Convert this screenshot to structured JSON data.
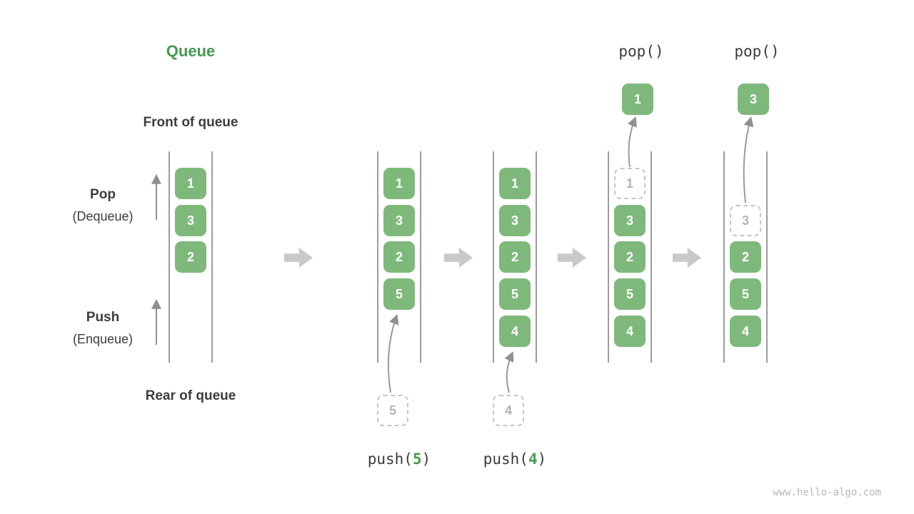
{
  "title": "Queue",
  "watermark": "www.hello-algo.com",
  "labels": {
    "front_of_queue": "Front of queue",
    "rear_of_queue": "Rear of queue",
    "pop": "Pop",
    "pop_sub": "(Dequeue)",
    "push": "Push",
    "push_sub": "(Enqueue)"
  },
  "colors": {
    "box_green": "#7eb97b",
    "title_green": "#449a4c",
    "op_arg_green": "#459b4d",
    "ghost_border": "#c6c6c6",
    "ghost_text": "#b4b4b4",
    "rail_gray": "#9c9c9c",
    "flow_arrow_gray": "#c9c9c9",
    "text_dark": "#3d3d3d"
  },
  "stages": [
    {
      "items": [
        {
          "v": "1",
          "ghost": false
        },
        {
          "v": "3",
          "ghost": false
        },
        {
          "v": "2",
          "ghost": false
        }
      ]
    },
    {
      "items": [
        {
          "v": "1",
          "ghost": false
        },
        {
          "v": "3",
          "ghost": false
        },
        {
          "v": "2",
          "ghost": false
        },
        {
          "v": "5",
          "ghost": false
        }
      ],
      "pending": "5",
      "op_prefix": "push(",
      "op_arg": "5",
      "op_suffix": ")"
    },
    {
      "items": [
        {
          "v": "1",
          "ghost": false
        },
        {
          "v": "3",
          "ghost": false
        },
        {
          "v": "2",
          "ghost": false
        },
        {
          "v": "5",
          "ghost": false
        },
        {
          "v": "4",
          "ghost": false
        }
      ],
      "pending": "4",
      "op_prefix": "push(",
      "op_arg": "4",
      "op_suffix": ")"
    },
    {
      "items": [
        {
          "v": "1",
          "ghost": true
        },
        {
          "v": "3",
          "ghost": false
        },
        {
          "v": "2",
          "ghost": false
        },
        {
          "v": "5",
          "ghost": false
        },
        {
          "v": "4",
          "ghost": false
        }
      ],
      "popped": "1",
      "op": "pop()"
    },
    {
      "items": [
        {
          "v": "3",
          "ghost": true
        },
        {
          "v": "2",
          "ghost": false
        },
        {
          "v": "5",
          "ghost": false
        },
        {
          "v": "4",
          "ghost": false
        }
      ],
      "popped": "3",
      "op": "pop()"
    }
  ]
}
